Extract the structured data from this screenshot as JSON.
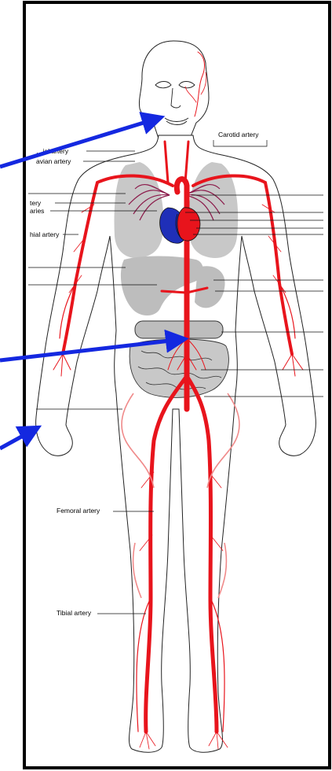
{
  "diagram": {
    "labels": {
      "carotid": "Carotid artery",
      "temporal_partial": "…ial artery",
      "subclavian_partial": "avian artery",
      "artery_partial": "tery",
      "capillaries_partial": "aries",
      "brachial_partial": "hial artery",
      "femoral": "Femoral artery",
      "tibial": "Tibial artery"
    },
    "colors": {
      "border": "#000000",
      "artery": "#e8141c",
      "artery_light": "#f08a8a",
      "vein": "#1f2fb8",
      "lung_vessels": "#8b1a4a",
      "organ_gray": "#bdbdbd",
      "pointer_arrow": "#1428e0",
      "body_outline": "#222222"
    },
    "pointer_arrows": [
      "neck-arrow",
      "abdomen-arrow",
      "hand-arrow"
    ]
  }
}
